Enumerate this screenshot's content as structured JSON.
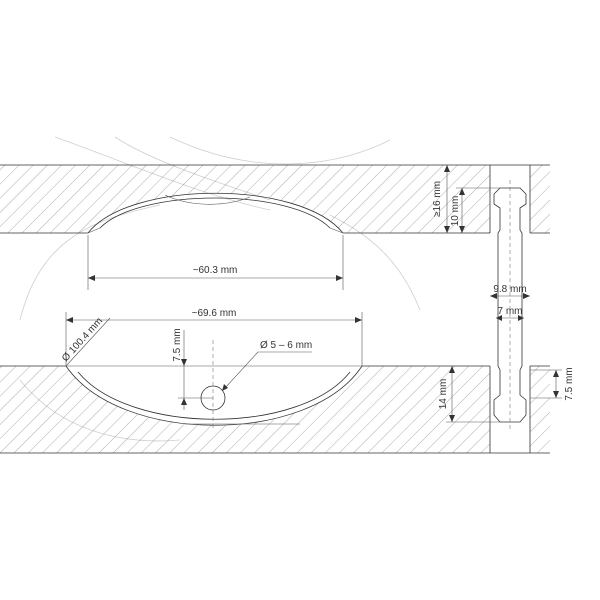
{
  "labels": {
    "width_upper": "~60.3 mm",
    "width_lower": "~69.6 mm",
    "diameter": "Ø 100.4 mm",
    "depth_upper": "7.5 mm",
    "hole": "Ø 5 – 6 mm",
    "min_thickness": "≥16 mm",
    "upper_thickness": "10 mm",
    "lower_thickness": "14 mm",
    "connector_length": "9.8 mm",
    "connector_width": "7 mm",
    "depth_right": "7.5 mm"
  },
  "colors": {
    "line": "#333333",
    "hatch": "#8a8a8a",
    "faint": "#cfcfcf"
  }
}
